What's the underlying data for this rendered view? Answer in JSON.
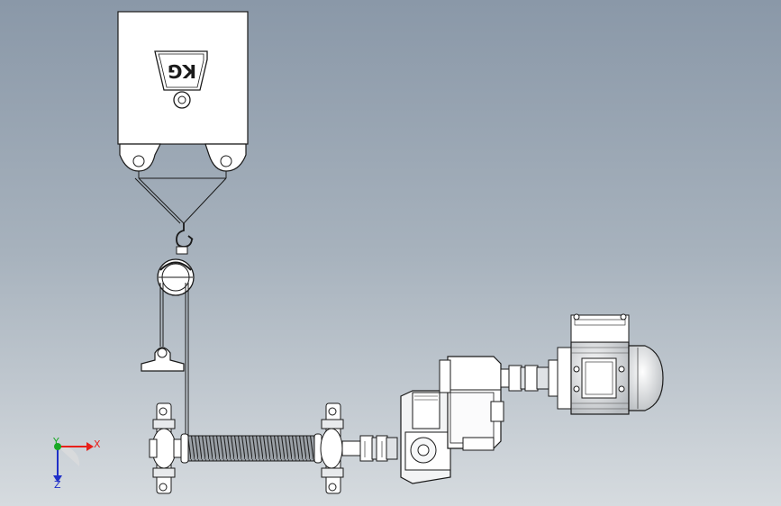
{
  "colors": {
    "background_top": "#8a98a8",
    "background_bottom": "#d6dbdf",
    "line": "#1a1a1a",
    "part_fill": "#ffffff",
    "axis_x": "#e8201a",
    "axis_y": "#19a825",
    "axis_z": "#2030c8"
  },
  "hoist": {
    "logo_text": "KG"
  },
  "triad": {
    "x_label": "X",
    "y_label": "Y",
    "z_label": "Z"
  }
}
